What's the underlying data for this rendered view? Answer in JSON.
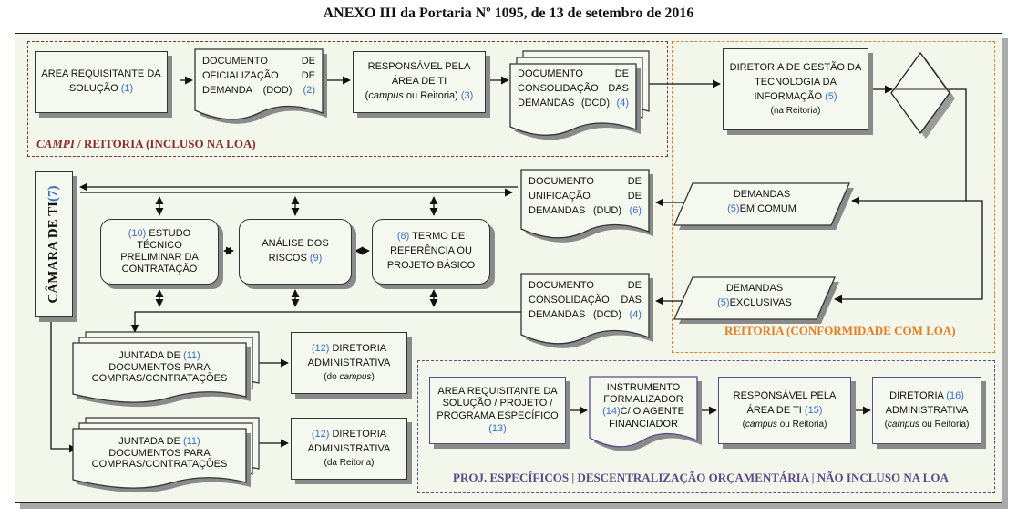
{
  "title": "ANEXO III da Portaria Nº 1095, de 13 de setembro de 2016",
  "regions": {
    "campi_prefix": "CAMPI",
    "campi_suffix": " / REITORIA (INCLUSO NA LOA)",
    "reitoria": "REITORIA (CONFORMIDADE COM LOA)",
    "proj": "PROJ. ESPECÍFICOS | DESCENTRALIZAÇÃO ORÇAMENTÁRIA | NÃO INCLUSO NA LOA"
  },
  "nodes": {
    "area_req": {
      "text": "AREA REQUISITANTE DA SOLUÇÃO ",
      "num": "(1)"
    },
    "dod": {
      "text": "DOCUMENTO DE OFICIALIZAÇÃO DE DEMANDA (DOD) ",
      "num": "(2)"
    },
    "resp_ti": {
      "line1": "RESPONSÁVEL PELA ÁREA DE TI",
      "line2a": "(",
      "campus": "campus",
      "line2b": " ou Reitoria) ",
      "num": "(3)"
    },
    "dcd_top": {
      "text": "DOCUMENTO DE CONSOLIDAÇÃO DAS DEMANDAS (DCD) ",
      "num": "(4)"
    },
    "diretoria_ti": {
      "text": "DIRETORIA DE GESTÃO DA TECNOLOGIA DA INFORMAÇÃO ",
      "num": "(5)",
      "sub": "(na Reitoria)"
    },
    "dud": {
      "text": "DOCUMENTO DE UNIFICAÇÃO DE DEMANDAS (DUD) ",
      "num": "(6)"
    },
    "dem_comum": {
      "line1": "DEMANDAS",
      "num": "(5)",
      "line2": "EM COMUM"
    },
    "dem_excl": {
      "line1": "DEMANDAS",
      "num": "(5)",
      "line2": "EXCLUSIVAS"
    },
    "dcd_mid": {
      "text": "DOCUMENTO DE CONSOLIDAÇÃO DAS DEMANDAS (DCD) ",
      "num": "(4)"
    },
    "camara": {
      "text": "CÂMARA DE TI",
      "num": "(7)"
    },
    "estudo": {
      "num": "(10)",
      "text": " ESTUDO TÉCNICO PRELIMINAR DA CONTRATAÇÃO"
    },
    "riscos": {
      "text": "ANÁLISE DOS RISCOS ",
      "num": "(9)"
    },
    "termo": {
      "num": "(8)",
      "text": " TERMO DE REFERÊNCIA OU PROJETO BÁSICO"
    },
    "juntada1": {
      "pre": "JUNTADA DE ",
      "num": "(11)",
      "text": "DOCUMENTOS PARA COMPRAS/CONTRATAÇÕES"
    },
    "juntada2": {
      "pre": "JUNTADA DE ",
      "num": "(11)",
      "text": "DOCUMENTOS PARA COMPRAS/CONTRATAÇÕES"
    },
    "dir_adm1": {
      "num": "(12)",
      "text": " DIRETORIA ADMINISTRATIVA",
      "sub_a": "(do ",
      "sub_i": "campus",
      "sub_b": ")"
    },
    "dir_adm2": {
      "num": "(12)",
      "text": " DIRETORIA ADMINISTRATIVA",
      "sub": "(da Reitoria)"
    },
    "area_req2": {
      "text": "AREA REQUISITANTE DA SOLUÇÃO / PROJETO / PROGRAMA ESPECÍFICO ",
      "num": "(13)"
    },
    "instrumento": {
      "pre": "INSTRUMENTO FORMALIZADOR ",
      "num": "(14)",
      "text": "C/ O AGENTE FINANCIADOR"
    },
    "resp_ti2": {
      "line1": "RESPONSÁVEL PELA ÁREA DE TI ",
      "num": "(15)",
      "line2a": "(",
      "campus": "campus",
      "line2b": " ou Reitoria)"
    },
    "dir_adm3": {
      "pre": "DIRETORIA ",
      "num": "(16)",
      "text": " ADMINISTRATIVA",
      "line2a": "(",
      "campus": "campus",
      "line2b": " ou Reitoria)"
    }
  }
}
